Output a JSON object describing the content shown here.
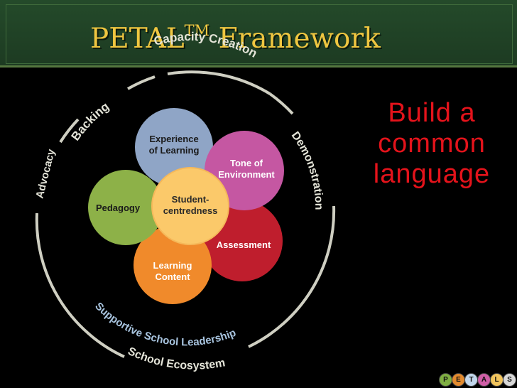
{
  "title": {
    "main": "PETAL",
    "sup": "TM",
    "rest": " Framework"
  },
  "side_text": {
    "line1": "Build a",
    "line2": "common",
    "line3": "language"
  },
  "petals": {
    "experience": {
      "line1": "Experience",
      "line2": "of Learning",
      "color": "#8fa5c6"
    },
    "tone": {
      "line1": "Tone of",
      "line2": "Environment",
      "color": "#c557a2"
    },
    "assessment": {
      "label": "Assessment",
      "color": "#bf1e2d"
    },
    "learning_content": {
      "line1": "Learning",
      "line2": "Content",
      "color": "#f08a2b"
    },
    "pedagogy": {
      "label": "Pedagogy",
      "color": "#8db148"
    },
    "centre": {
      "line1": "Student-",
      "line2": "centredness",
      "color": "#fbc96a"
    }
  },
  "ring_labels": {
    "capacity": "Capacity Creation",
    "backing": "Backing",
    "advocacy": "Advocacy",
    "demonstration": "Demonstration",
    "leadership": "Supportive School Leadership",
    "ecosystem": "School Ecosystem"
  },
  "colors": {
    "ring": "#cfcfc2",
    "ring_text": "#e4e4d8",
    "inner_text": "#a8c4df",
    "title": "#efc640",
    "side_text": "#e4131b"
  },
  "logo": [
    "P",
    "E",
    "T",
    "A",
    "L",
    "S"
  ]
}
